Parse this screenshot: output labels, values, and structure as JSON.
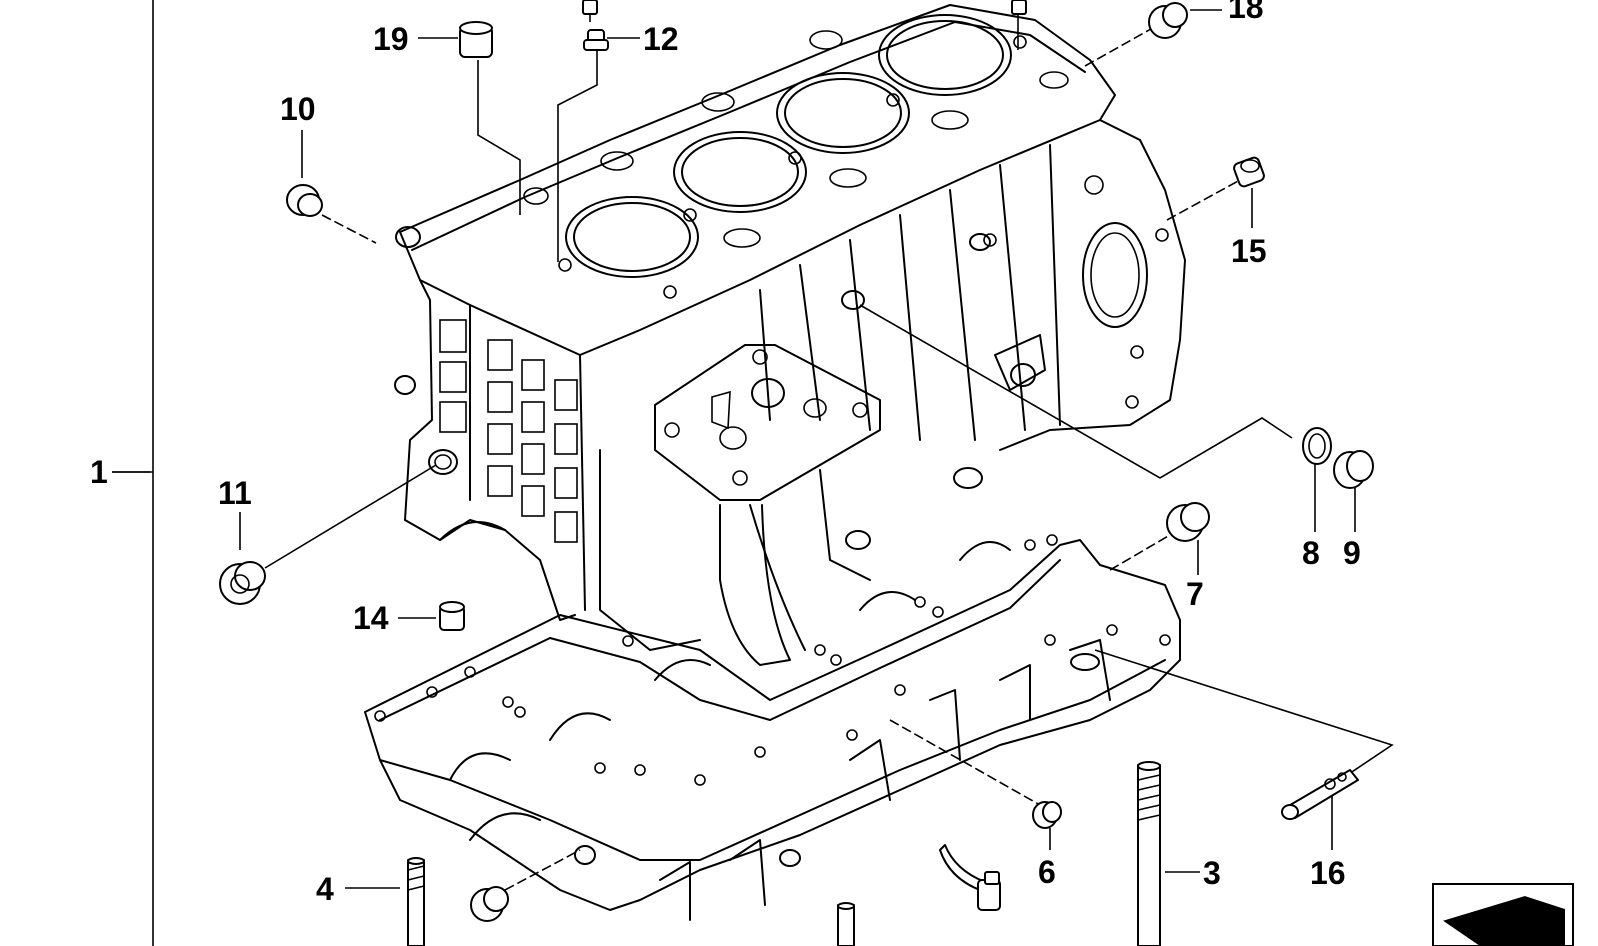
{
  "diagram": {
    "callouts": {
      "c1": "1",
      "c3": "3",
      "c4": "4",
      "c6": "6",
      "c7": "7",
      "c8": "8",
      "c9": "9",
      "c10": "10",
      "c11": "11",
      "c12": "12",
      "c14": "14",
      "c15": "15",
      "c16": "16",
      "c18": "18",
      "c19": "19"
    },
    "colors": {
      "ink": "#000000",
      "background": "#ffffff"
    },
    "icons": {
      "corner": "catalog-arrow-icon"
    }
  }
}
